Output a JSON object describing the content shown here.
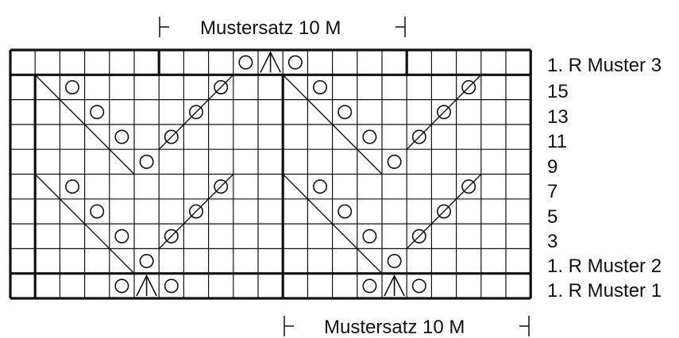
{
  "repeat_top": {
    "label": "Mustersatz 10 M"
  },
  "repeat_bottom": {
    "label": "Mustersatz 10 M"
  },
  "row_labels": [
    "1. R Muster 3",
    "15",
    "13",
    "11",
    "9",
    "7",
    "5",
    "3",
    "1. R Muster 2",
    "1. R Muster 1"
  ],
  "symbols": {
    "yarn_over": "circle",
    "double_decrease": "inverted-v",
    "left_decrease": "diagonal-line",
    "right_decrease": "diagonal-line"
  },
  "colors": {
    "line": "#111111",
    "background": "#ffffff"
  }
}
